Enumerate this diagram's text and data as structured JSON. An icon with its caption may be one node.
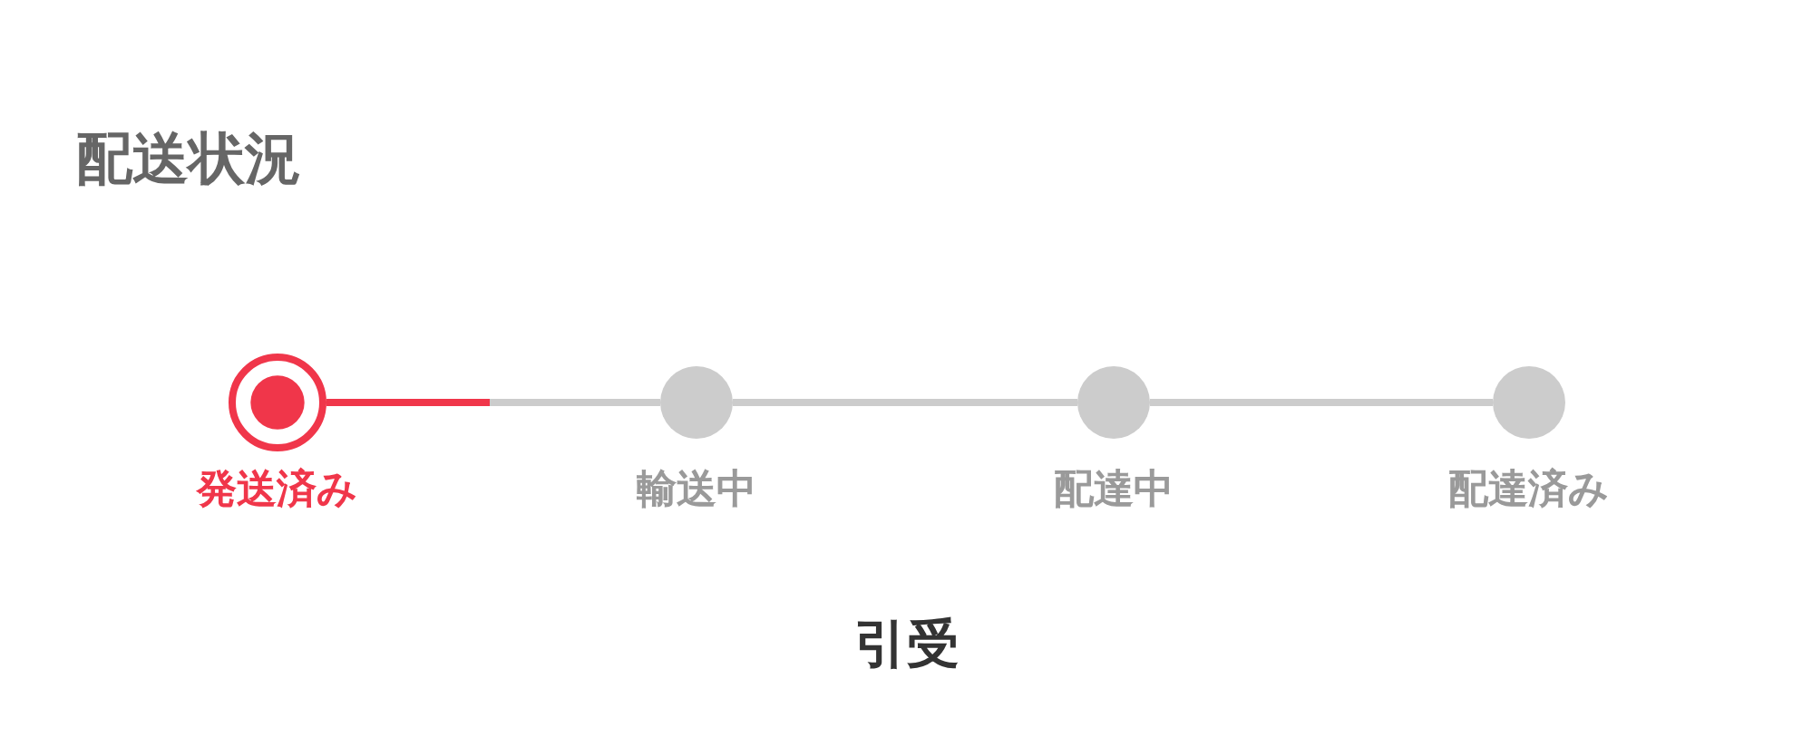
{
  "diagram": {
    "title": "配送状況",
    "nodes": [
      {
        "text": [],
        "shape": "circle",
        "beside": [
          "発送済み"
        ]
      },
      {
        "text": [],
        "shape": "circle",
        "beside": [
          "輸送中"
        ]
      },
      {
        "text": [],
        "shape": "circle",
        "beside": [
          "配達中"
        ]
      },
      {
        "text": [],
        "shape": "circle",
        "beside": [
          "配達済み"
        ]
      }
    ],
    "edges": [
      {
        "from": 0,
        "to": 1,
        "arrow": "none",
        "color": "#f0364a"
      },
      {
        "from": 1,
        "to": 2,
        "arrow": "none"
      },
      {
        "from": 2,
        "to": 3,
        "arrow": "none"
      }
    ],
    "labels": [
      "引受"
    ]
  }
}
